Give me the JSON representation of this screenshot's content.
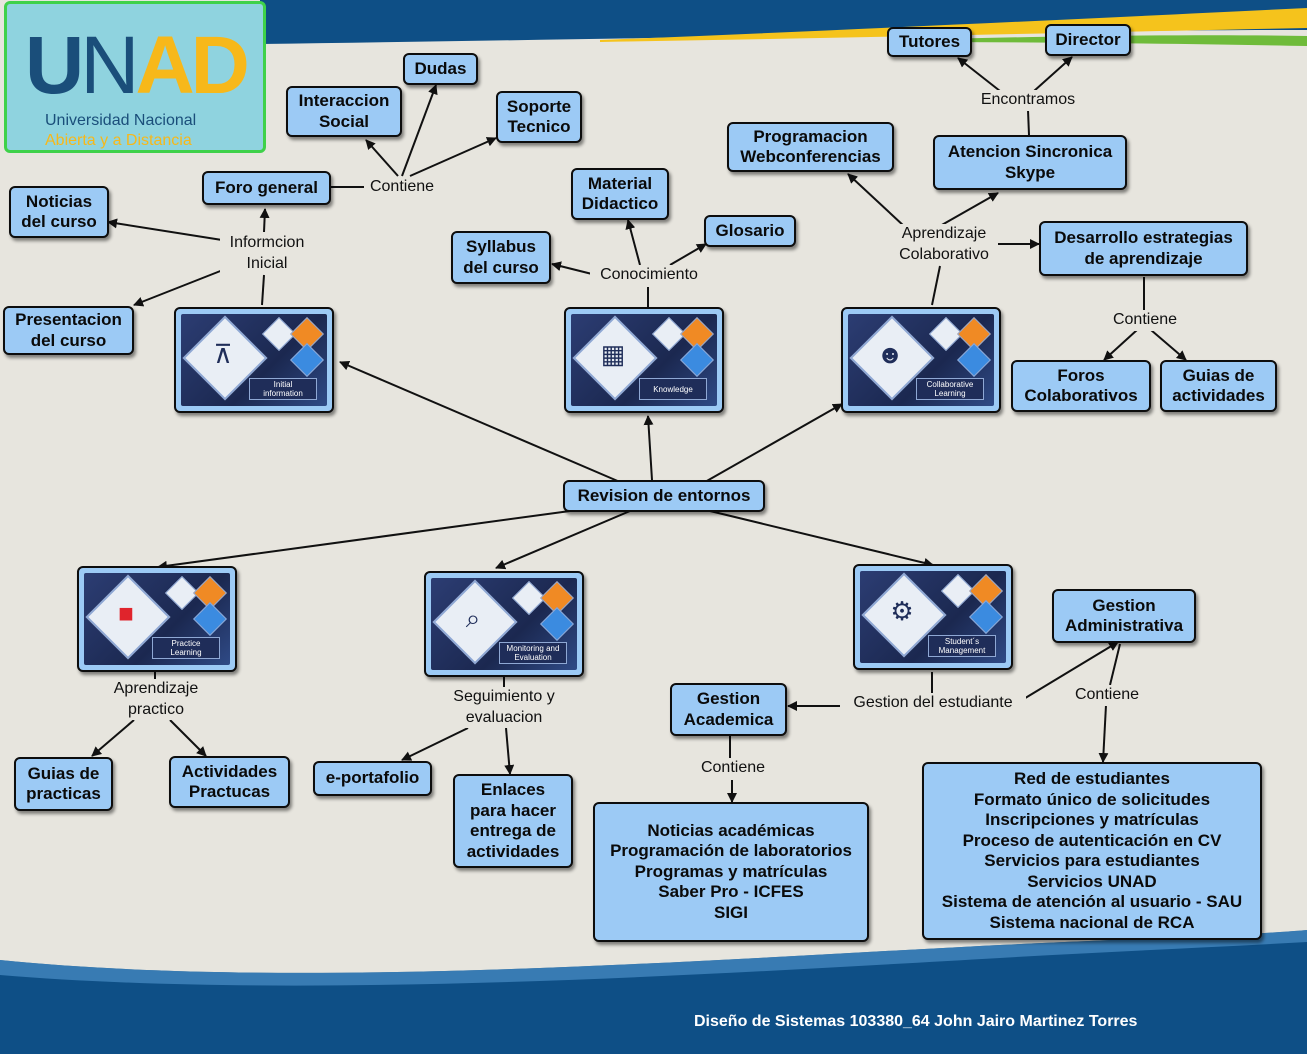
{
  "logo": {
    "wordmark_u": "U",
    "wordmark_n": "N",
    "wordmark_ad": "AD",
    "line1": "Universidad Nacional",
    "line2": "Abierta y a  Distancia",
    "colors": {
      "blue": "#1a4e7a",
      "orange": "#f7b81a",
      "frame": "#3fd14a"
    }
  },
  "central": {
    "label": "Revision de entornos"
  },
  "environments": {
    "initial": {
      "card": "Initial\ninformation",
      "connector": "Informcion\nInicial"
    },
    "knowledge": {
      "card": "Knowledge",
      "connector": "Conocimiento"
    },
    "collaborative": {
      "card": "Collaborative\nLearning",
      "connector": "Aprendizaje\nColaborativo"
    },
    "practice": {
      "card": "Practice\nLearning",
      "connector": "Aprendizaje\npractico"
    },
    "monitoring": {
      "card": "Monitoring and\nEvaluation",
      "connector": "Seguimiento y\nevaluacion"
    },
    "management": {
      "card": "Student´s\nManagement",
      "connector": "Gestion del estudiante"
    }
  },
  "nodes": {
    "foro_general": "Foro general",
    "noticias_curso": "Noticias\ndel curso",
    "presentacion_curso": "Presentacion\ndel curso",
    "interaccion_social": "Interaccion\nSocial",
    "dudas": "Dudas",
    "soporte_tecnico": "Soporte\nTecnico",
    "material_didactico": "Material\nDidactico",
    "glosario": "Glosario",
    "syllabus": "Syllabus\ndel curso",
    "programacion_web": "Programacion\nWebconferencias",
    "atencion_sincronica": "Atencion Sincronica\nSkype",
    "tutores": "Tutores",
    "director": "Director",
    "desarrollo_estrategias": "Desarrollo estrategias\nde aprendizaje",
    "foros_colaborativos": "Foros\nColaborativos",
    "guias_actividades": "Guias de\nactividades",
    "guias_practicas": "Guias de\npracticas",
    "actividades_practicas": "Actividades\nPractucas",
    "e_portafolio": "e-portafolio",
    "enlaces_entrega": "Enlaces\npara hacer\nentrega de\nactividades",
    "gestion_academica": "Gestion\nAcademica",
    "gestion_administrativa": "Gestion\nAdministrativa",
    "academica_lista": "Noticias académicas\nProgramación de laboratorios\nProgramas y matrículas\nSaber Pro - ICFES\nSIGI",
    "administrativa_lista": "Red de estudiantes\nFormato único de solicitudes\nInscripciones y matrículas\nProceso de autenticación en CV\nServicios para estudiantes\nServicios UNAD\nSistema de atención al usuario - SAU\nSistema nacional de RCA"
  },
  "link_labels": {
    "contiene_foro": "Contiene",
    "encontramos": "Encontramos",
    "contiene_estrategias": "Contiene",
    "contiene_academica": "Contiene",
    "contiene_administrativa": "Contiene"
  },
  "footer": "Diseño de Sistemas 103380_64  John Jairo Martinez Torres",
  "colors": {
    "node_fill": "#9ccaf5",
    "background": "#e7e5de",
    "wave_dark": "#0e4f86",
    "wave_yellow": "#f5c31c",
    "wave_green": "#6fbb3a"
  }
}
